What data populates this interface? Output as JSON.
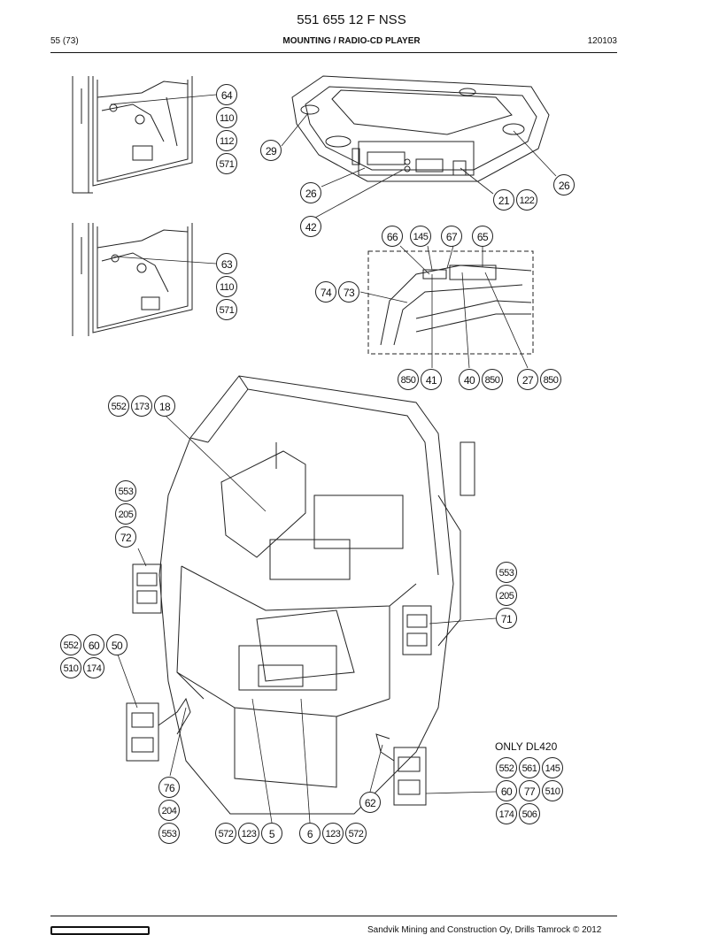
{
  "document": {
    "part_number": "551 655 12 F NSS",
    "page": "55 (73)",
    "section_title": "MOUNTING / RADIO-CD PLAYER",
    "date_code": "120103"
  },
  "callouts": {
    "c64": "64",
    "c110a": "110",
    "c112": "112",
    "c571a": "571",
    "c63": "63",
    "c110b": "110",
    "c571b": "571",
    "c29": "29",
    "c26a": "26",
    "c42": "42",
    "c26b": "26",
    "c21": "21",
    "c122": "122",
    "c66": "66",
    "c145a": "145",
    "c67": "67",
    "c65": "65",
    "c74": "74",
    "c73": "73",
    "c850a": "850",
    "c41": "41",
    "c40": "40",
    "c850b": "850",
    "c27": "27",
    "c850c": "850",
    "c552a": "552",
    "c173": "173",
    "c18": "18",
    "c553a": "553",
    "c205a": "205",
    "c72": "72",
    "c553b": "553",
    "c205b": "205",
    "c71": "71",
    "c552b": "552",
    "c60a": "60",
    "c50": "50",
    "c510a": "510",
    "c174a": "174",
    "c76": "76",
    "c204": "204",
    "c553c": "553",
    "c572a": "572",
    "c123a": "123",
    "c5": "5",
    "c6": "6",
    "c123b": "123",
    "c572b": "572",
    "c62": "62",
    "c552c": "552",
    "c561": "561",
    "c145b": "145",
    "c60b": "60",
    "c77": "77",
    "c510b": "510",
    "c174b": "174",
    "c506": "506"
  },
  "notes": {
    "only_dl420": "ONLY DL420"
  },
  "footer": {
    "copyright": "Sandvik Mining and Construction Oy, Drills Tamrock © 2012"
  }
}
